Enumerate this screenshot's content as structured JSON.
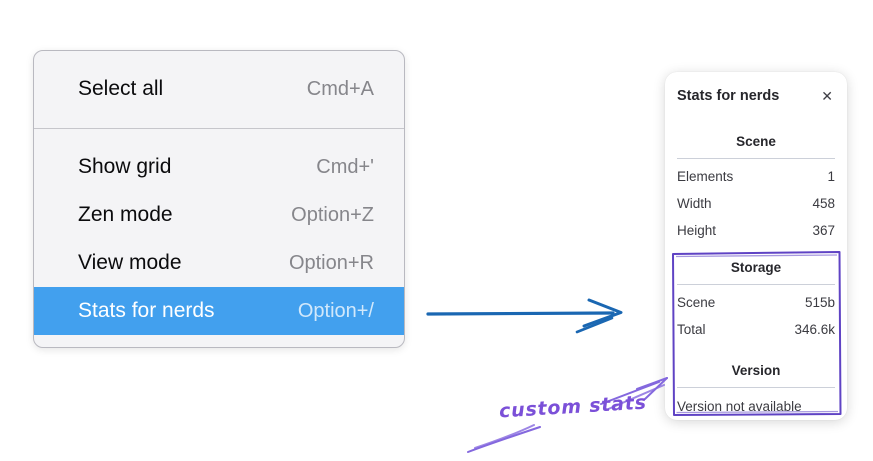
{
  "menu": {
    "highlight_color": "#42a0ee",
    "groups": [
      {
        "items": [
          {
            "label": "Select all",
            "shortcut": "Cmd+A"
          }
        ]
      },
      {
        "items": [
          {
            "label": "Show grid",
            "shortcut": "Cmd+'"
          },
          {
            "label": "Zen mode",
            "shortcut": "Option+Z"
          },
          {
            "label": "View mode",
            "shortcut": "Option+R"
          },
          {
            "label": "Stats for nerds",
            "shortcut": "Option+/"
          }
        ]
      }
    ]
  },
  "stats_panel": {
    "title": "Stats for nerds",
    "close_icon": "✕",
    "sections": [
      {
        "header": "Scene",
        "rows": [
          {
            "label": "Elements",
            "value": "1"
          },
          {
            "label": "Width",
            "value": "458"
          },
          {
            "label": "Height",
            "value": "367"
          }
        ]
      },
      {
        "header": "Storage",
        "rows": [
          {
            "label": "Scene",
            "value": "515b"
          },
          {
            "label": "Total",
            "value": "346.6k"
          }
        ]
      },
      {
        "header": "Version",
        "note": "Version not available"
      }
    ]
  },
  "flow_arrow": {
    "color": "#1a67b2"
  },
  "annotation": {
    "label": "custom stats",
    "text_color": "#7b50d8",
    "box_color": "#5f43c4",
    "arrow_color": "#8468de"
  }
}
